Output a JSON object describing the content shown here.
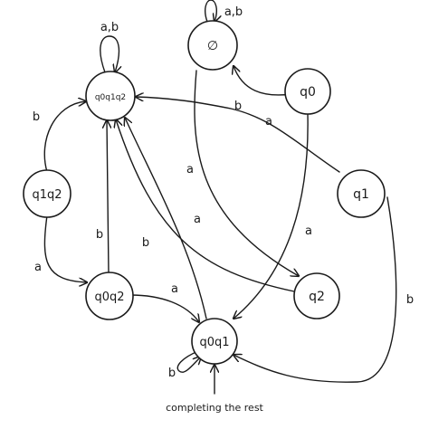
{
  "diagram": {
    "states": {
      "empty": "∅",
      "q0": "q0",
      "q0q1q2": "q0q1q2",
      "q1q2": "q1q2",
      "q1": "q1",
      "q0q2": "q0q2",
      "q2": "q2",
      "q0q1": "q0q1"
    },
    "edge_labels": {
      "q0q1q2_loop": "a,b",
      "empty_loop": "a,b",
      "q0_to_empty": "b",
      "q1_to_q0q1q2": "a",
      "q1q2_to_q0q1q2": "b",
      "empty_to_q0q1": "a",
      "q0_to_q0q1": "a",
      "q0q2_to_q0q1q2": "b",
      "q2_to_q0q1q2": "b",
      "q0q1_to_q0q1q2": "a",
      "q1q2_to_q0q2": "a",
      "q0q2_to_q0q1": "a",
      "q1_to_q0q1": "b",
      "q0q1_loop": "b"
    },
    "caption": "completing the rest"
  }
}
